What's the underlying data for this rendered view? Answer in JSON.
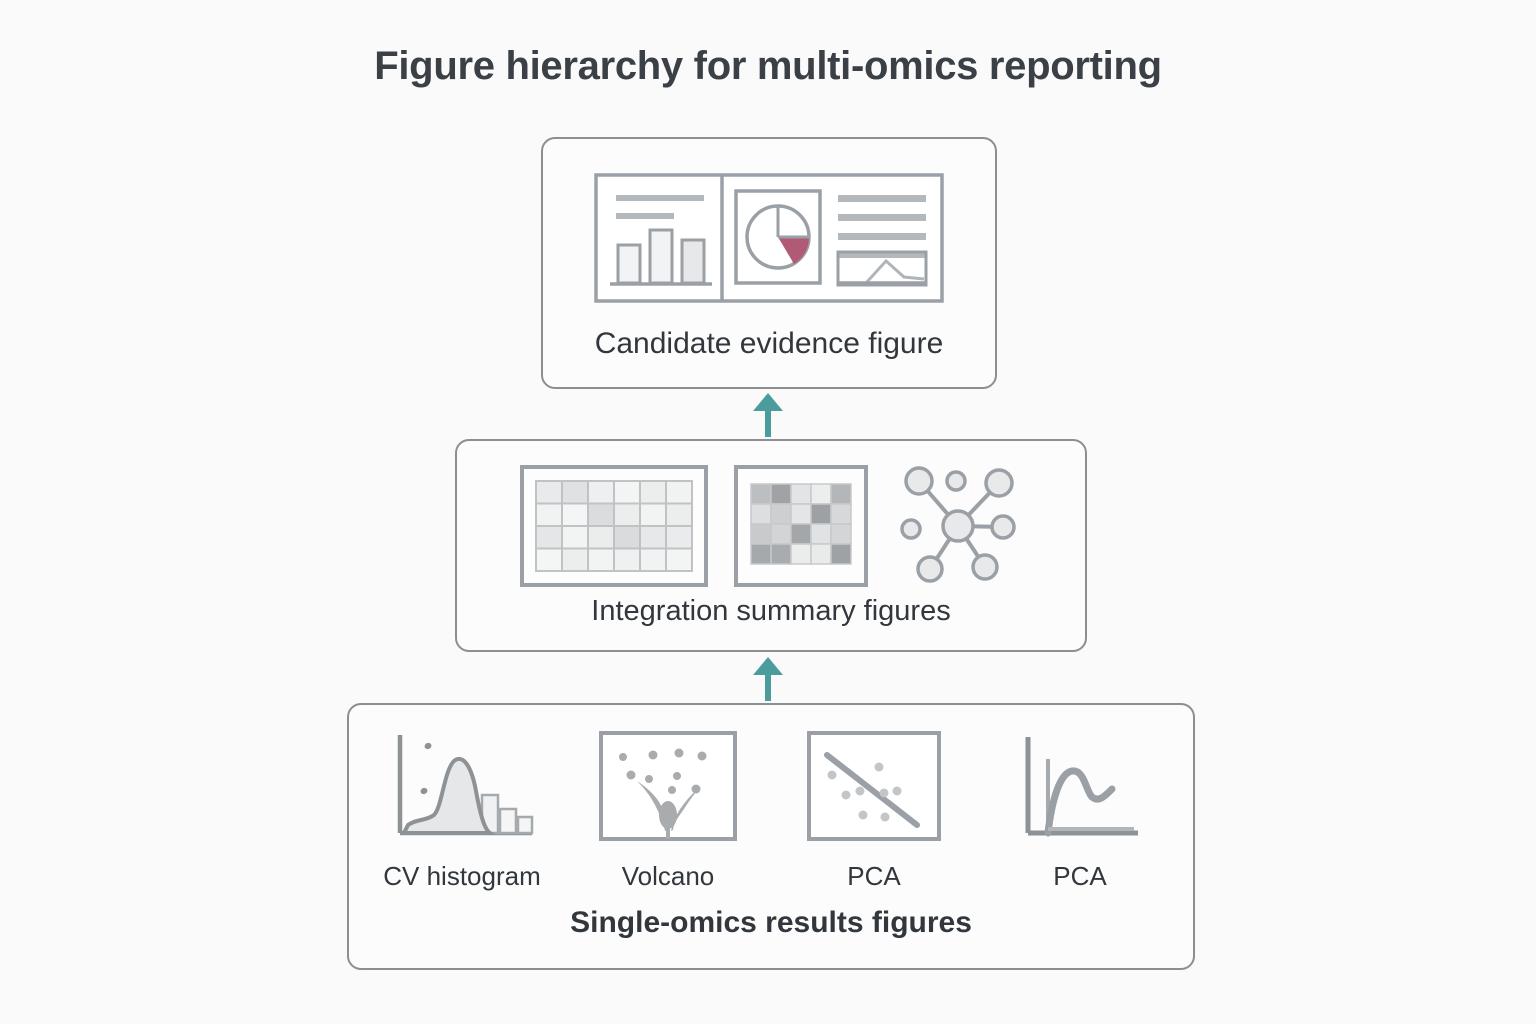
{
  "page": {
    "title": "Figure hierarchy for multi-omics reporting",
    "background_color": "#fafafa",
    "text_color": "#32373d",
    "box_border_color": "#8a8f94",
    "arrow_color": "#4a9d9c",
    "accent_pie_color": "#b05a76"
  },
  "tiers": [
    {
      "id": "candidate-evidence",
      "label": "Candidate evidence figure",
      "icon": "dashboard-icon",
      "panels": [
        {
          "name": "bar-chart-panel",
          "icon": "bar-chart-icon",
          "bars": [
            52,
            78,
            60
          ],
          "lines": 2
        },
        {
          "name": "pie-chart-panel",
          "icon": "pie-chart-icon",
          "slices": [
            18,
            82
          ],
          "highlight_color": "#b05a76"
        },
        {
          "name": "text-and-area-panel",
          "icon": "area-chart-icon",
          "lines": 3
        }
      ]
    },
    {
      "id": "integration-summary",
      "label": "Integration summary figures",
      "items": [
        {
          "name": "table-grid-icon",
          "icon": "table-grid-icon",
          "rows": 4,
          "cols": 6
        },
        {
          "name": "heatmap-icon",
          "icon": "heatmap-icon",
          "rows": 4,
          "cols": 5
        },
        {
          "name": "network-graph-icon",
          "icon": "network-graph-icon",
          "nodes": 8,
          "edges": 5
        }
      ]
    },
    {
      "id": "single-omics-results",
      "label": "Single-omics results figures",
      "items": [
        {
          "name": "cv-histogram",
          "label": "CV histogram",
          "icon": "histogram-density-icon"
        },
        {
          "name": "volcano-plot",
          "label": "Volcano",
          "icon": "volcano-plot-icon"
        },
        {
          "name": "pca-scatter",
          "label": "PCA",
          "icon": "scatter-trendline-icon"
        },
        {
          "name": "pca-scree",
          "label": "PCA",
          "icon": "scree-curve-icon"
        }
      ]
    }
  ],
  "arrows": [
    {
      "name": "arrow-bottom-to-middle",
      "direction": "up",
      "from": "single-omics-results",
      "to": "integration-summary"
    },
    {
      "name": "arrow-middle-to-top",
      "direction": "up",
      "from": "integration-summary",
      "to": "candidate-evidence"
    }
  ],
  "chart_data": {
    "type": "diagram",
    "title": "Figure hierarchy for multi-omics reporting",
    "levels": [
      {
        "level": 3,
        "name": "Candidate evidence figure",
        "children": 1
      },
      {
        "level": 2,
        "name": "Integration summary figures",
        "children": 3
      },
      {
        "level": 1,
        "name": "Single-omics results figures",
        "children": 4
      }
    ],
    "leaf_labels": [
      "CV histogram",
      "Volcano",
      "PCA",
      "PCA"
    ]
  }
}
